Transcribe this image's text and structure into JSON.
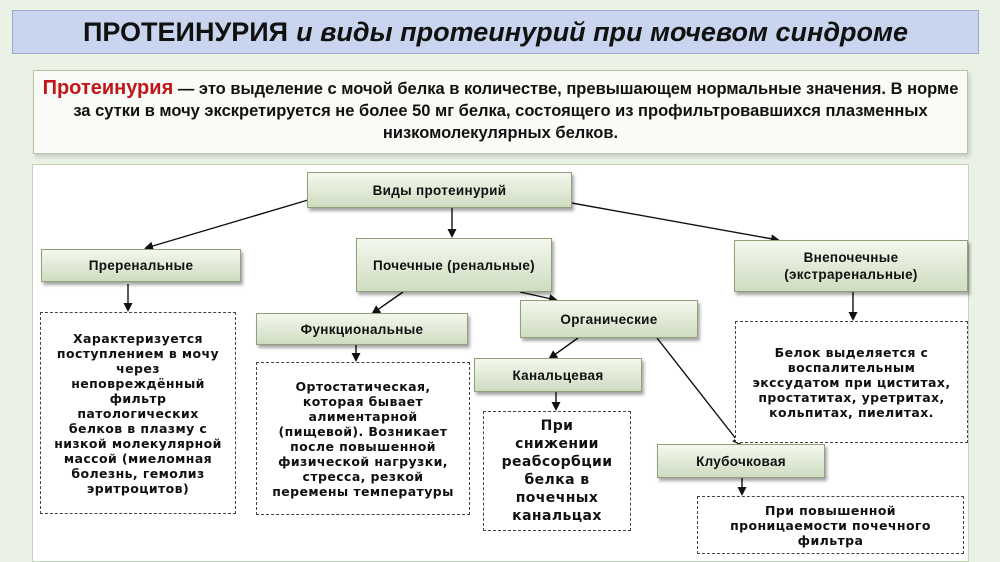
{
  "title": {
    "main": "ПРОТЕИНУРИЯ",
    "rest": "и виды протеинурий при мочевом синдроме"
  },
  "definition": {
    "term": "Протеинурия",
    "text": "— это выделение с мочой белка в количестве, превышающем нормальные значения. В норме за сутки в мочу экскретируется не более 50 мг белка, состоящего из профильтровавшихся плазменных низкомолекулярных белков."
  },
  "diagram": {
    "root": "Виды протеинурий",
    "prerenal": "Преренальные",
    "renal": "Почечные (ренальные)",
    "extrarenal": "Внепочечные (экстраренальные)",
    "functional": "Функциональные",
    "organic": "Органические",
    "tubular": "Канальцевая",
    "glomerular": "Клубочковая",
    "prerenal_note": "Характеризуется поступлением в мочу через неповреждённый фильтр патологических белков в плазму с низкой молекулярной массой (миеломная болезнь, гемолиз эритроцитов)",
    "functional_note": "Ортостатическая, которая бывает алиментарной (пищевой). Возникает после повышенной физической нагрузки, стресса, резкой перемены температуры",
    "tubular_note": "При снижении реабсорбции белка в почечных канальцах",
    "glomerular_note": "При повышенной проницаемости почечного фильтра",
    "extrarenal_note": "Белок выделяется с воспалительным экссудатом при циститах, простатитах, уретритах, кольпитах, пиелитах."
  }
}
